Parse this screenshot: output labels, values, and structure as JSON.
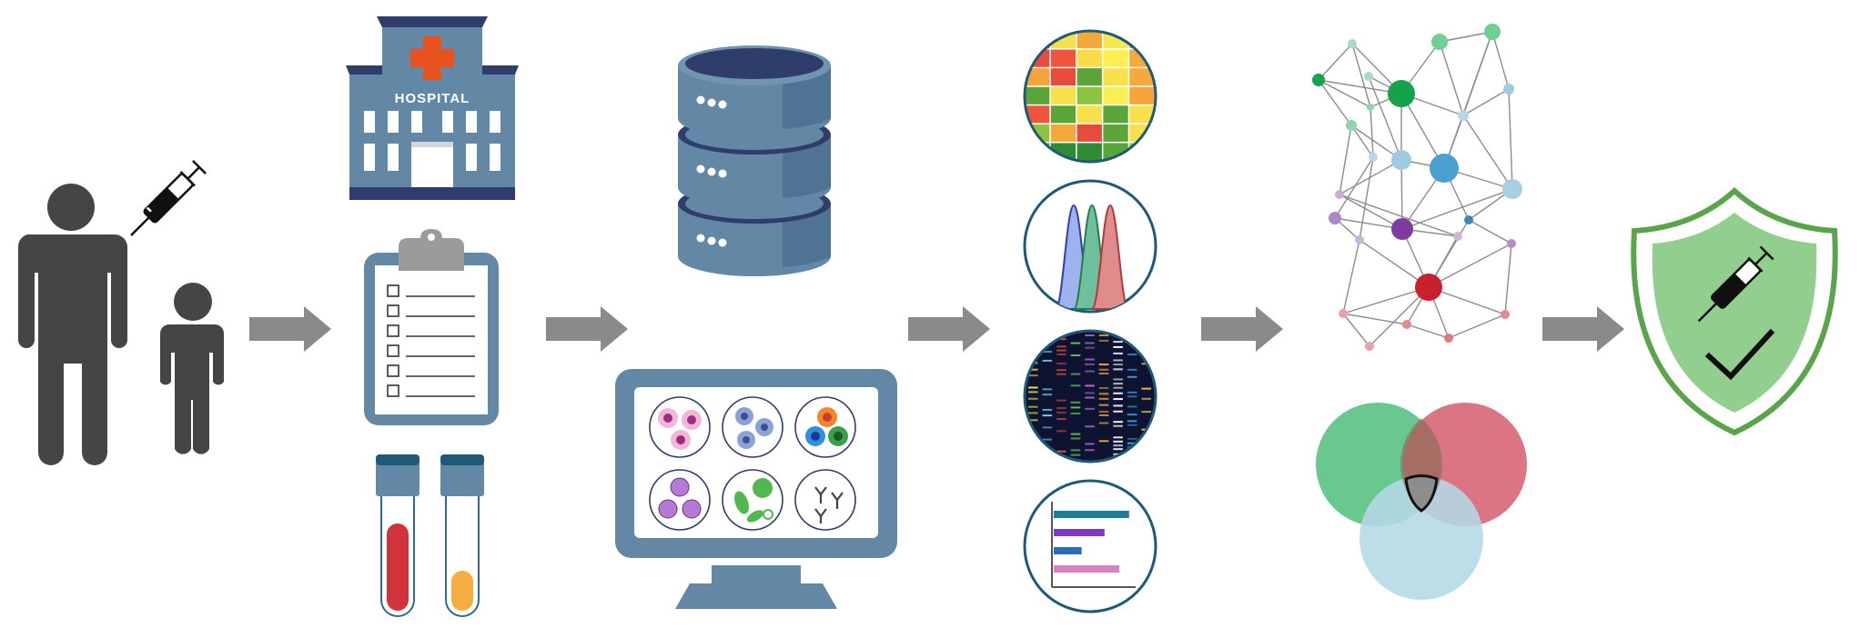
{
  "stages": [
    {
      "id": "people",
      "icon": "people-vaccination-icon"
    },
    {
      "id": "clinical",
      "icon": "hospital-icon"
    },
    {
      "id": "data",
      "icon": "database-icon"
    },
    {
      "id": "analysis",
      "icon": "omics-analysis-icon"
    },
    {
      "id": "integration",
      "icon": "network-icon"
    },
    {
      "id": "outcome",
      "icon": "protection-shield-icon"
    }
  ],
  "hospital": {
    "sign_text": "HOSPITAL"
  },
  "colors": {
    "dark_gray": "#454545",
    "steel_blue": "#6388a6",
    "navy": "#2e3d6b",
    "arrow_gray": "#8a8a8a",
    "hospital_cross": "#e8521f",
    "blood_red": "#d0343a",
    "serum_orange": "#f5ad3f",
    "shield_green": "#5aa54a",
    "shield_fill": "#92cf8e",
    "venn_green": "#59c184",
    "venn_red": "#d76675",
    "venn_blue": "#b4d8e6",
    "network_line": "#8c8c8c"
  },
  "heatmap_colors": [
    [
      "#e84b3c",
      "#f7e04b",
      "#f5a93b",
      "#f5e94f",
      "#f7a23a"
    ],
    [
      "#e84b3c",
      "#f0563c",
      "#fbdb48",
      "#f9ef52",
      "#f5a93b"
    ],
    [
      "#f7a23a",
      "#e84b3c",
      "#5aa537",
      "#f7e04b",
      "#f5a93b"
    ],
    [
      "#5aa537",
      "#f7e04b",
      "#8cc43f",
      "#f9ef52",
      "#f7a23a"
    ],
    [
      "#f0563c",
      "#5aa537",
      "#f7e04b",
      "#5aa537",
      "#f7e04b"
    ],
    [
      "#8cc43f",
      "#f5a93b",
      "#e84b3c",
      "#5aa537",
      "#f7e04b"
    ],
    [
      "#5aa537",
      "#2f8b34",
      "#2f8b34",
      "#5aa537",
      "#8cc43f"
    ]
  ],
  "bar_panel": {
    "bars": [
      {
        "color": "#1e7e99",
        "fraction": 0.92
      },
      {
        "color": "#7a3cc4",
        "fraction": 0.62
      },
      {
        "color": "#2c6dba",
        "fraction": 0.34
      },
      {
        "color": "#d584c0",
        "fraction": 0.8
      }
    ]
  },
  "gel_lanes": [
    "#f1e14a",
    "#6fc8ef",
    "#e94b3c",
    "#5fbf54",
    "#b66ed6",
    "#f5a93b",
    "#ffffff",
    "#3aa0e0",
    "#ffd94a"
  ]
}
